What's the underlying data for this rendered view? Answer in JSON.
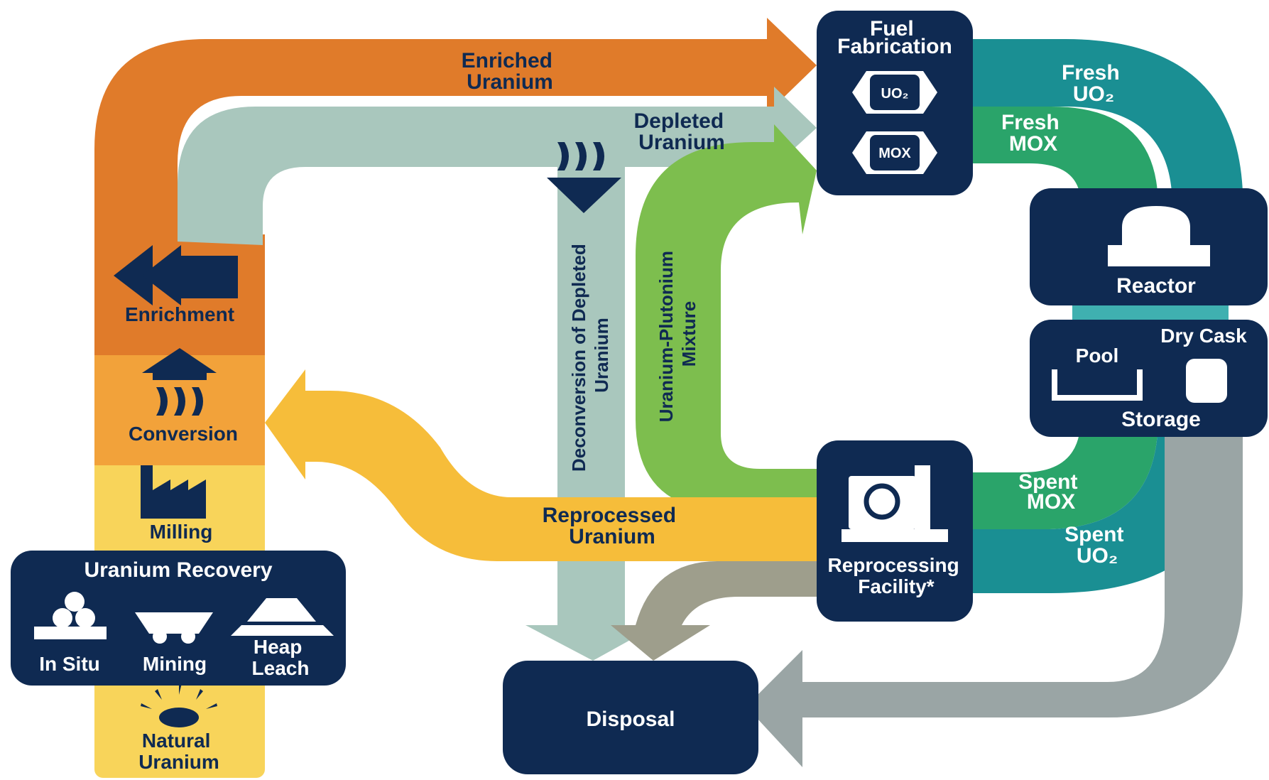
{
  "colors": {
    "navy": "#0f2a52",
    "orange": "#e07b2a",
    "orange_light": "#f2a23a",
    "gold": "#f6bd3a",
    "yellow_light": "#f8d45a",
    "pale_teal": "#a9c7bd",
    "green": "#7dbe4e",
    "dark_green": "#2aa46a",
    "teal": "#1a8f93",
    "teal_light": "#3fb0b0",
    "gray": "#9aa5a5",
    "gray_brown": "#9e9e8c",
    "white": "#ffffff"
  },
  "arrows": {
    "enriched_uranium": "Enriched\nUranium",
    "depleted_uranium": "Depleted\nUranium",
    "deconversion": "Deconversion of Depleted\nUranium",
    "uranium_plutonium": "Uranium-Plutonium\nMixture",
    "reprocessed_uranium": "Reprocessed\nUranium",
    "fresh_uo2": "Fresh\nUO₂",
    "fresh_mox": "Fresh\nMOX",
    "spent_mox": "Spent\nMOX",
    "spent_uo2": "Spent\nUO₂"
  },
  "stages": {
    "enrichment": "Enrichment",
    "conversion": "Conversion",
    "milling": "Milling",
    "natural_uranium": "Natural\nUranium"
  },
  "uranium_recovery": {
    "title": "Uranium Recovery",
    "in_situ": "In Situ",
    "mining": "Mining",
    "heap_leach": "Heap\nLeach"
  },
  "fuel_fabrication": {
    "title": "Fuel\nFabrication",
    "uo2": "UO₂",
    "mox": "MOX"
  },
  "reactor": {
    "title": "Reactor"
  },
  "storage": {
    "pool": "Pool",
    "dry_cask": "Dry Cask",
    "title": "Storage"
  },
  "reprocessing": {
    "title": "Reprocessing\nFacility*"
  },
  "disposal": {
    "title": "Disposal"
  }
}
